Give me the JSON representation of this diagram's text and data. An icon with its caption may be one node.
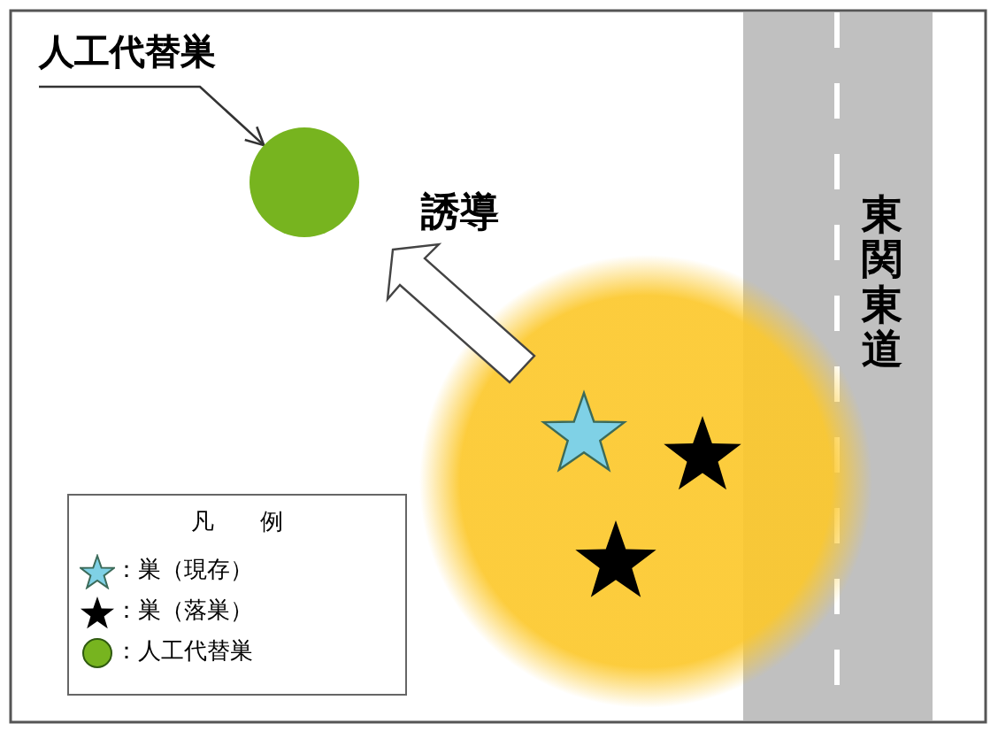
{
  "diagram": {
    "nodes": [
      {
        "text": [
          "人工代替巣"
        ]
      },
      {
        "text": [],
        "shape": "circle"
      }
    ],
    "edges": [
      {
        "from": 0,
        "to": 1,
        "arrow": "to"
      }
    ],
    "labels": [
      "誘導",
      "東関東道",
      "凡　　例"
    ],
    "legend": [
      {
        "text": "：巣（現存）"
      },
      {
        "text": "：巣（落巣）"
      },
      {
        "text": "：人工代替巣",
        "color": "#77b41f"
      }
    ]
  }
}
